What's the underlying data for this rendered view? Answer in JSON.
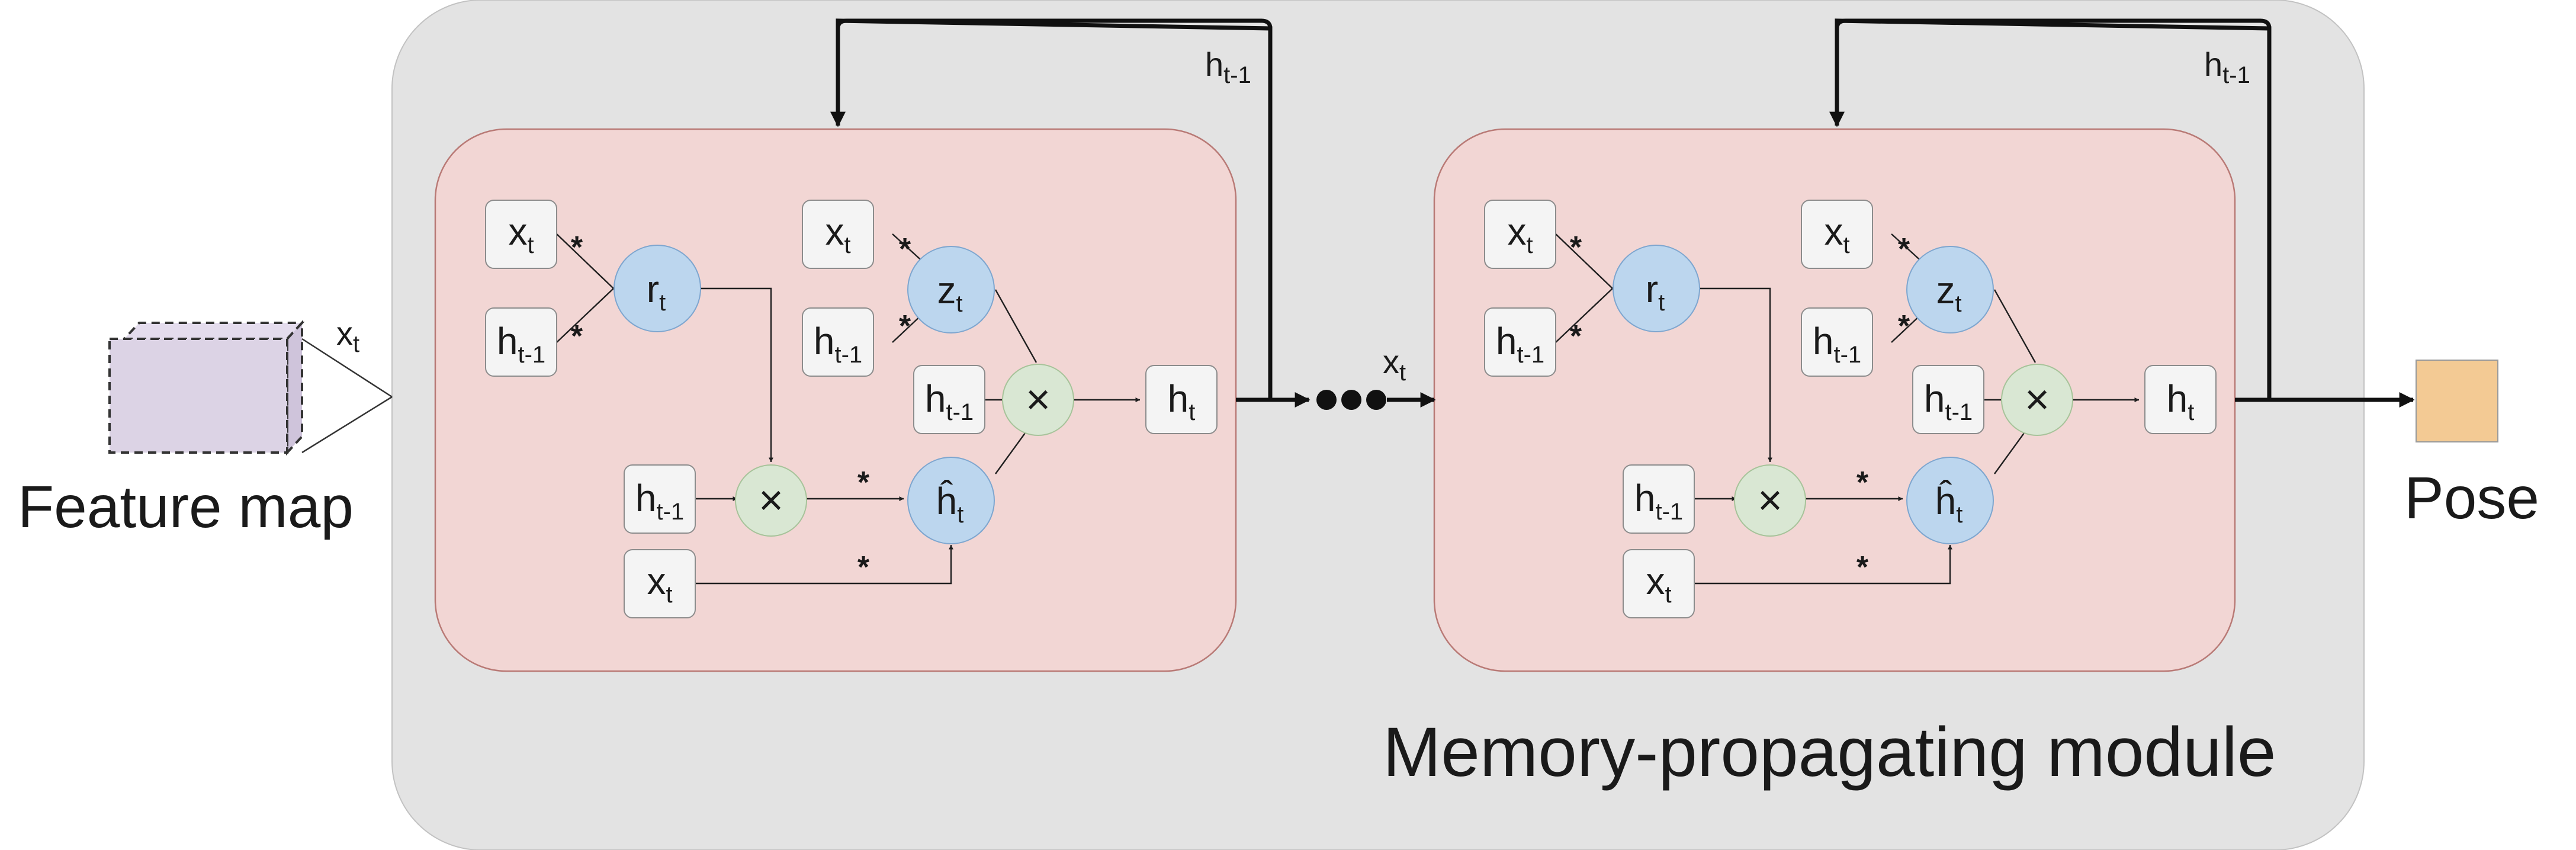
{
  "labels": {
    "input": "Feature map",
    "output": "Pose",
    "module": "Memory-propagating module"
  },
  "symbols": {
    "x": "x",
    "h": "h",
    "r": "r",
    "z": "z",
    "hhat": "ĥ",
    "sub_t": "t",
    "sub_tm1": "t-1",
    "mult": "×",
    "star": "*"
  },
  "colors": {
    "module_bg": "#e3e3e3",
    "cell_bg": "#f2d6d4",
    "gate": "#bcd6ee",
    "op": "#d9e7d3",
    "feature_map": "#dcd3e5",
    "pose": "#f3ca94"
  }
}
